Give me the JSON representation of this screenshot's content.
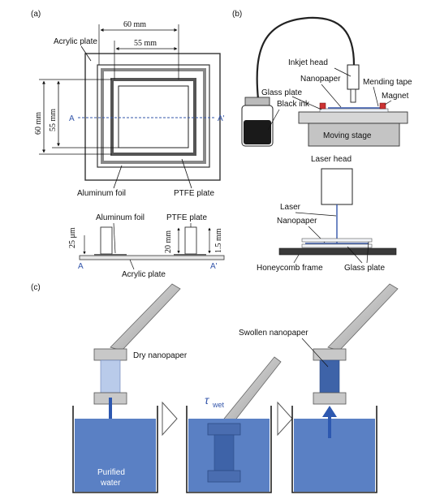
{
  "panels": {
    "a": "(a)",
    "b": "(b)",
    "c": "(c)"
  },
  "panel_a": {
    "acrylic_plate": "Acrylic plate",
    "dim_60_top": "60 mm",
    "dim_55_top": "55 mm",
    "dim_60_left": "60 mm",
    "dim_55_left": "55 mm",
    "section_a": "A",
    "section_a_prime": "A'",
    "aluminum_foil": "Aluminum foil",
    "ptfe_plate": "PTFE plate",
    "sec_aluminum_foil": "Aluminum foil",
    "sec_ptfe_plate": "PTFE plate",
    "dim_25um": "25 μm",
    "dim_20mm": "20 mm",
    "dim_15mm": "1.5 mm",
    "sec_acrylic_plate": "Acrylic plate",
    "sec_a": "A",
    "sec_a_prime": "A'"
  },
  "panel_b": {
    "inkjet_head": "Inkjet head",
    "nanopaper": "Nanopaper",
    "mending_tape": "Mending tape",
    "glass_plate": "Glass plate",
    "magnet": "Magnet",
    "black_ink": "Black ink",
    "moving_stage": "Moving stage",
    "laser_head": "Laser head",
    "laser": "Laser",
    "nanopaper_2": "Nanopaper",
    "honeycomb_frame": "Honeycomb frame",
    "glass_plate_2": "Glass plate"
  },
  "panel_c": {
    "dry_nanopaper": "Dry nanopaper",
    "swollen_nanopaper": "Swollen nanopaper",
    "tau": "τ",
    "tau_sub": "wet",
    "purified": "Purified",
    "water": "water"
  },
  "colors": {
    "water": "#5a80c4",
    "water_dark": "#3d62aa",
    "arrow_blue": "#2d58b0",
    "ink": "#1a1a1a",
    "magnet": "#cc3333",
    "laser": "#3355aa",
    "grip": "#c8c8c8",
    "dry_paper": "#b9cbea",
    "swollen_paper": "#3e63a8"
  }
}
